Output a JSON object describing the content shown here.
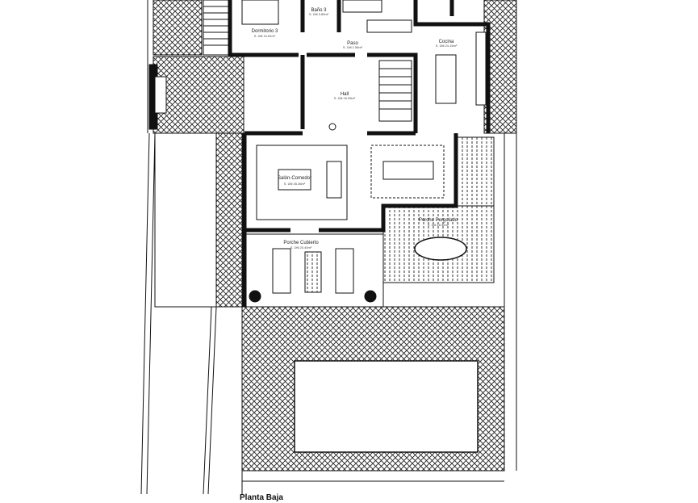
{
  "plan": {
    "title": "Planta Baja",
    "rooms": [
      {
        "name": "Dormitorio 3",
        "area": "S. Útil 10.81m²"
      },
      {
        "name": "Baño 3",
        "area": "S. Útil 3.85m²"
      },
      {
        "name": "Paso",
        "area": "S. Útil 1.56m²"
      },
      {
        "name": "Cocina",
        "area": "S. Útil 24.15m²"
      },
      {
        "name": "Hall",
        "area": "S. Útil 16.95m²"
      },
      {
        "name": "Salón-Comedor",
        "area": "S. Útil 45.36m²"
      },
      {
        "name": "Porche Cubierto",
        "area": "S. Útil 20.40m²"
      },
      {
        "name": "Porche Pergolado",
        "area": "S. Útil 18.42m²"
      }
    ]
  },
  "colors": {
    "line": "#111111",
    "background": "#ffffff"
  }
}
